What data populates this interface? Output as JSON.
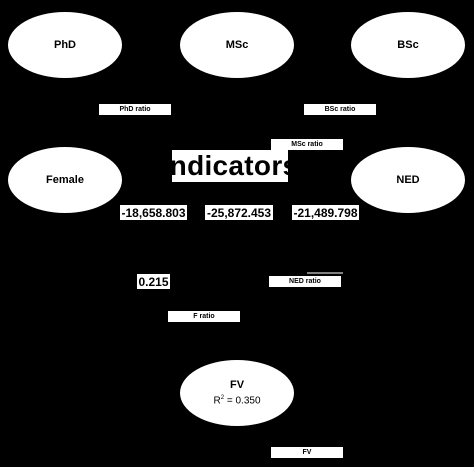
{
  "nodes": {
    "phd": "PhD",
    "msc": "MSc",
    "bsc": "BSc",
    "female": "Female",
    "ned": "NED",
    "fv": "FV"
  },
  "fv_r2": {
    "symbol": "R",
    "exp": "2",
    "value": " = 0.350"
  },
  "ratio_labels": {
    "phd": "PhD ratio",
    "bsc": "BSc ratio",
    "msc": "MSc ratio",
    "ned": "NED ratio",
    "f": "F ratio",
    "fv": "FV"
  },
  "title": "Indicators",
  "coefficients": {
    "phd": "-18,658.803",
    "msc": "-25,872.453",
    "bsc": "-21,489.798",
    "female": "0.215"
  },
  "colors": {
    "background": "#000000",
    "shape": "#ffffff",
    "text": "#000000"
  }
}
